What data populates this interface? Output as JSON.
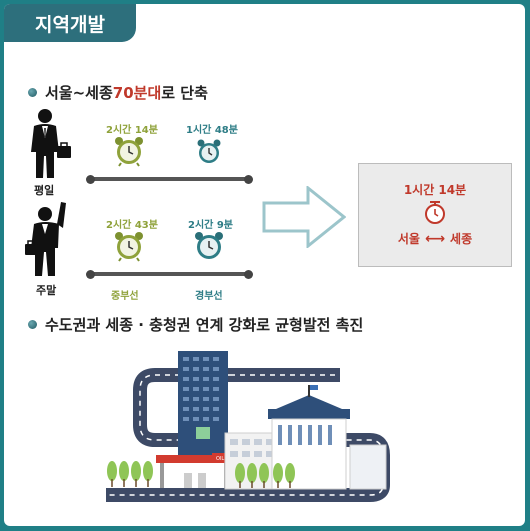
{
  "header": {
    "title": "지역개발"
  },
  "section1": {
    "prefix": "서울~세종 ",
    "accent": "70분대",
    "suffix": "로 단축"
  },
  "weekday": {
    "label": "평일",
    "time_green": "2시간 14분",
    "time_teal": "1시간 48분"
  },
  "weekend": {
    "label": "주말",
    "time_green": "2시간 43분",
    "time_teal": "2시간 9분",
    "route_green": "중부선",
    "route_teal": "경부선"
  },
  "result": {
    "time": "1시간 14분",
    "from": "서울",
    "to": "세종",
    "arrow": "⟷"
  },
  "section2": {
    "text": "수도권과 세종 · 충청권 연계 강화로 균형발전 촉진"
  },
  "scene": {
    "sign": "OIL"
  },
  "colors": {
    "teal_bg": "#1f7f86",
    "tab": "#2d6f7c",
    "red": "#c0392b",
    "green": "#8fa23b",
    "teal": "#2e7d86"
  }
}
